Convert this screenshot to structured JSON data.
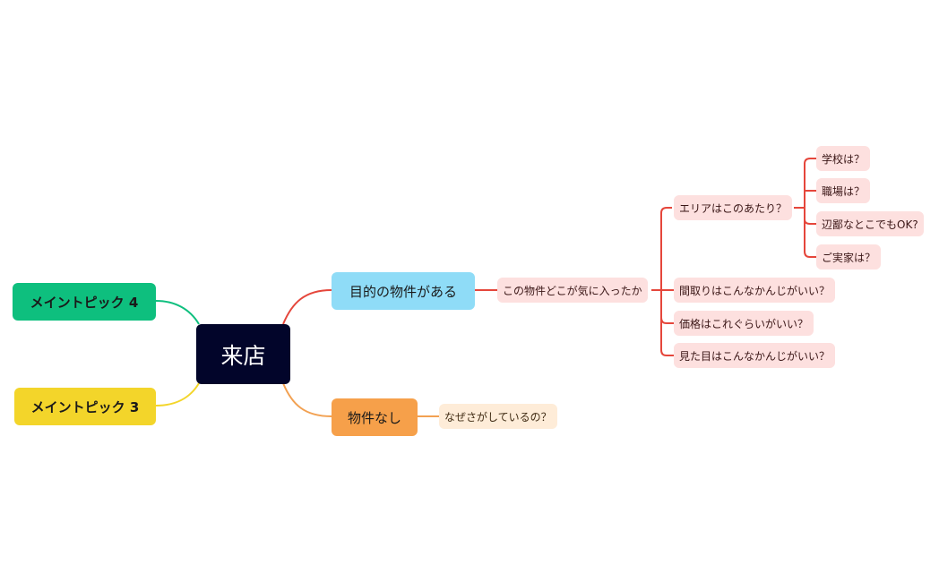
{
  "mindmap": {
    "central": "来店",
    "main_topics": {
      "purpose": "目的の物件がある",
      "none": "物件なし",
      "topic4": "メイントピック 4",
      "topic3": "メイントピック 3"
    },
    "purpose_branch": {
      "liked": "この物件どこが気に入ったか",
      "area": "エリアはこのあたり？",
      "school": "学校は？",
      "work": "職場は？",
      "remote": "辺鄙なとこでもOK?",
      "parents": "ご実家は？",
      "layout": "間取りはこんなかんじがいい？",
      "price": "価格はこれぐらいがいい？",
      "looks": "見た目はこんなかんじがいい？"
    },
    "none_branch": {
      "searching": "なぜさがしているの？"
    },
    "colors": {
      "central": "#02052a",
      "purpose": "#8fdcf7",
      "none": "#f6a04a",
      "topic4": "#0ebf7e",
      "topic3": "#f3d52a",
      "sub_red": "#fde0df",
      "sub_orange": "#feecd8",
      "line_red": "#e5463b",
      "line_orange": "#f2a152",
      "line_green": "#0ebf7e",
      "line_yellow": "#f3d52a"
    }
  }
}
